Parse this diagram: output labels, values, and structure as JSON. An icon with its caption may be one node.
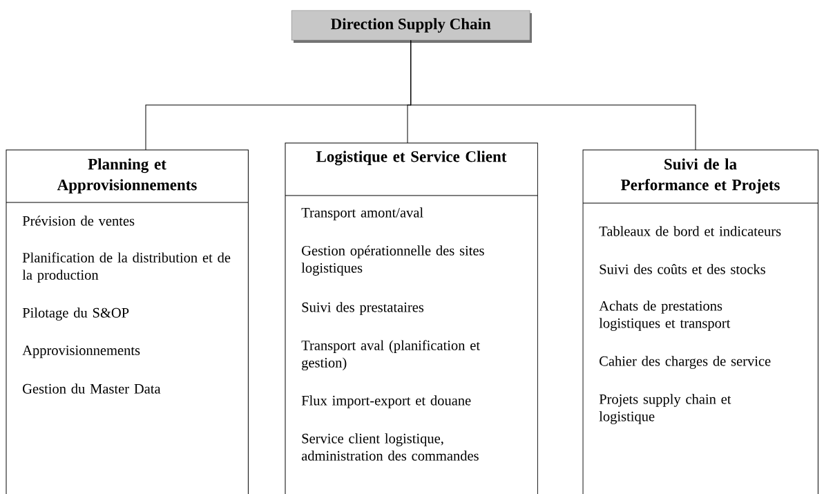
{
  "diagram": {
    "nodes": [
      {
        "text": [
          "Direction Supply Chain"
        ]
      },
      {
        "text": [
          "Planning et Approvisionnements",
          "Prévision de ventes",
          "Planification de la distribution et de la production",
          "Pilotage du S&OP",
          "Approvisionnements",
          "Gestion du Master Data"
        ]
      },
      {
        "text": [
          "Logistique et Service Client",
          "Transport amont/aval",
          "Gestion opérationnelle des sites logistiques",
          "Suivi des prestataires",
          "Transport aval (planification et gestion)",
          "Flux import-export et douane",
          "Service client logistique, administration des commandes"
        ]
      },
      {
        "text": [
          "Suivi de la Performance et Projets",
          "Tableaux de bord et indicateurs",
          "Suivi des coûts et des stocks",
          "Achats de prestations logistiques et transport",
          "Cahier des charges de service",
          "Projets supply chain et logistique"
        ]
      }
    ],
    "edges": [
      {
        "from": 0,
        "to": 1,
        "arrow": "none"
      },
      {
        "from": 0,
        "to": 2,
        "arrow": "none"
      },
      {
        "from": 0,
        "to": 3,
        "arrow": "none"
      }
    ]
  }
}
